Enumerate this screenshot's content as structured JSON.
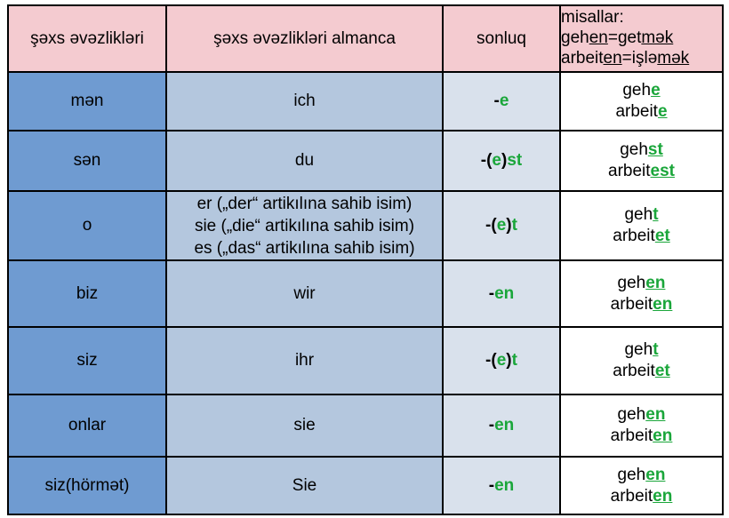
{
  "header": {
    "col1": "şəxs əvəzlikləri",
    "col2": "şəxs əvəzlikləri almanca",
    "col3": "sonluq",
    "col4": {
      "title": "misallar:",
      "ex1": {
        "a": "geh",
        "b": "en",
        "c": "=get",
        "d": "mək"
      },
      "ex2": {
        "a": "arbeit",
        "b": "en",
        "c": "=işlə",
        "d": "mək"
      }
    }
  },
  "rows": [
    {
      "az": "mən",
      "de": "ich",
      "ending": {
        "dash": "-",
        "paren_open": "",
        "opt": "",
        "paren_close": "",
        "end": "e"
      },
      "ex1": {
        "stem": "geh",
        "end": "e"
      },
      "ex2": {
        "stem": "arbeit",
        "end": "e"
      }
    },
    {
      "az": "sən",
      "de": "du",
      "ending": {
        "dash": "-",
        "paren_open": "(",
        "opt": "e",
        "paren_close": ")",
        "end": "st"
      },
      "ex1": {
        "stem": "geh",
        "end": "st"
      },
      "ex2": {
        "stem": "arbeit",
        "end": "est"
      }
    },
    {
      "az": "o",
      "de_lines": [
        "er  („der“ artikılına sahib isim)",
        "sie („die“ artikılına sahib isim)",
        "es („das“ artikılına sahib isim)"
      ],
      "ending": {
        "dash": "-",
        "paren_open": "(",
        "opt": "e",
        "paren_close": ")",
        "end": "t"
      },
      "ex1": {
        "stem": "geh",
        "end": "t"
      },
      "ex2": {
        "stem": "arbeit",
        "end": "et"
      }
    },
    {
      "az": "biz",
      "de": "wir",
      "ending": {
        "dash": "-",
        "paren_open": "",
        "opt": "",
        "paren_close": "",
        "end": "en"
      },
      "ex1": {
        "stem": "geh",
        "end": "en"
      },
      "ex2": {
        "stem": "arbeit",
        "end": "en"
      }
    },
    {
      "az": "siz",
      "de": "ihr",
      "ending": {
        "dash": "-",
        "paren_open": "(",
        "opt": "e",
        "paren_close": ")",
        "end": "t"
      },
      "ex1": {
        "stem": "geh",
        "end": "t"
      },
      "ex2": {
        "stem": "arbeit",
        "end": "et"
      }
    },
    {
      "az": "onlar",
      "de": "sie",
      "ending": {
        "dash": "-",
        "paren_open": "",
        "opt": "",
        "paren_close": "",
        "end": "en"
      },
      "ex1": {
        "stem": "geh",
        "end": "en"
      },
      "ex2": {
        "stem": "arbeit",
        "end": "en"
      }
    },
    {
      "az": "siz(hörmət)",
      "de": "Sie",
      "ending": {
        "dash": "-",
        "paren_open": "",
        "opt": "",
        "paren_close": "",
        "end": "en"
      },
      "ex1": {
        "stem": "geh",
        "end": "en"
      },
      "ex2": {
        "stem": "arbeit",
        "end": "en"
      }
    }
  ]
}
